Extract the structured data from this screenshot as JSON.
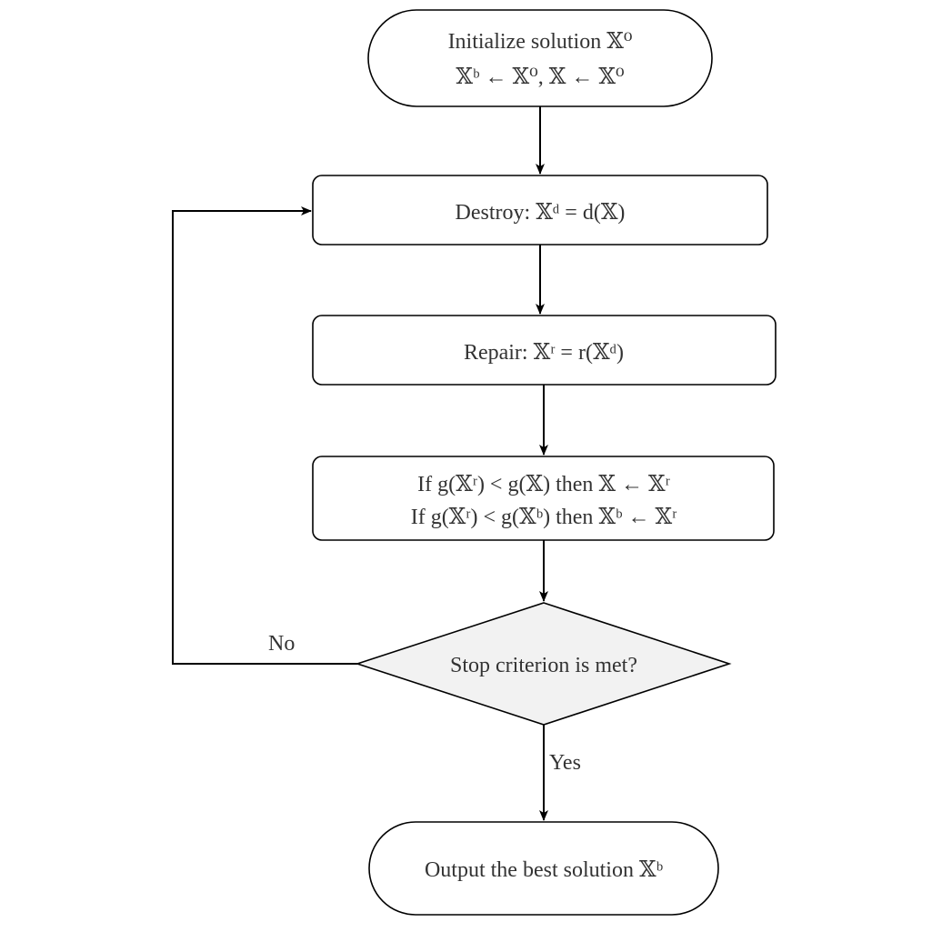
{
  "nodes": {
    "init": {
      "line1": "Initialize solution 𝕏⁰",
      "line2": "𝕏ᵇ ← 𝕏⁰, 𝕏 ← 𝕏⁰"
    },
    "destroy": {
      "text": "Destroy: 𝕏ᵈ = d(𝕏)"
    },
    "repair": {
      "text": "Repair: 𝕏ʳ = r(𝕏ᵈ)"
    },
    "update": {
      "line1": "If g(𝕏ʳ) < g(𝕏) then 𝕏 ← 𝕏ʳ",
      "line2": "If g(𝕏ʳ) < g(𝕏ᵇ) then 𝕏ᵇ ← 𝕏ʳ"
    },
    "decision": {
      "text": "Stop criterion is met?"
    },
    "output": {
      "text": "Output the best solution 𝕏ᵇ"
    }
  },
  "edges": {
    "no_label": "No",
    "yes_label": "Yes"
  }
}
